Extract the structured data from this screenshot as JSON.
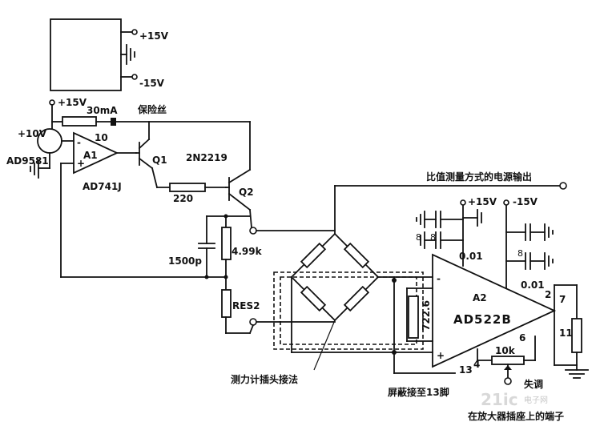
{
  "labels": {
    "plus15v_top": "+15V",
    "minus15v_top": "-15V",
    "plus15v_ref": "+15V",
    "ma30": "30mA",
    "fuse": "保险丝",
    "plus10v": "+10V",
    "ad9581": "AD9581",
    "pin10": "10",
    "a1": "A1",
    "ad741j": "AD741J",
    "q1": "Q1",
    "q1_part": "2N2219",
    "r220": "220",
    "q2": "Q2",
    "ratio_output": "比值测量方式的电源输出",
    "plus15v_a2": "+15V",
    "minus15v_a2": "-15V",
    "cap1": "8",
    "cap2": "8",
    "cap3": "8",
    "cap001_left": "0.01",
    "cap001_right": "0.01",
    "r499": "4.99k",
    "c1500": "1500p",
    "res2": "RES2",
    "a2": "A2",
    "ad522b": "AD522B",
    "r7226": "722.6",
    "pin2": "2",
    "pin7": "7",
    "r11": "11",
    "pin6": "6",
    "r10k": "10k",
    "offset": "失调",
    "pin13": "13",
    "pin4": "4",
    "gauge_note": "测力计插头接法",
    "shield_note": "屏蔽接至13脚",
    "bottom_note": "在放大器插座上的端子",
    "minus_sign": "-",
    "plus_sign": "+",
    "a2_minus": "-",
    "a2_plus": "+",
    "watermark_logo": "21ic",
    "watermark_text": "电子网"
  }
}
